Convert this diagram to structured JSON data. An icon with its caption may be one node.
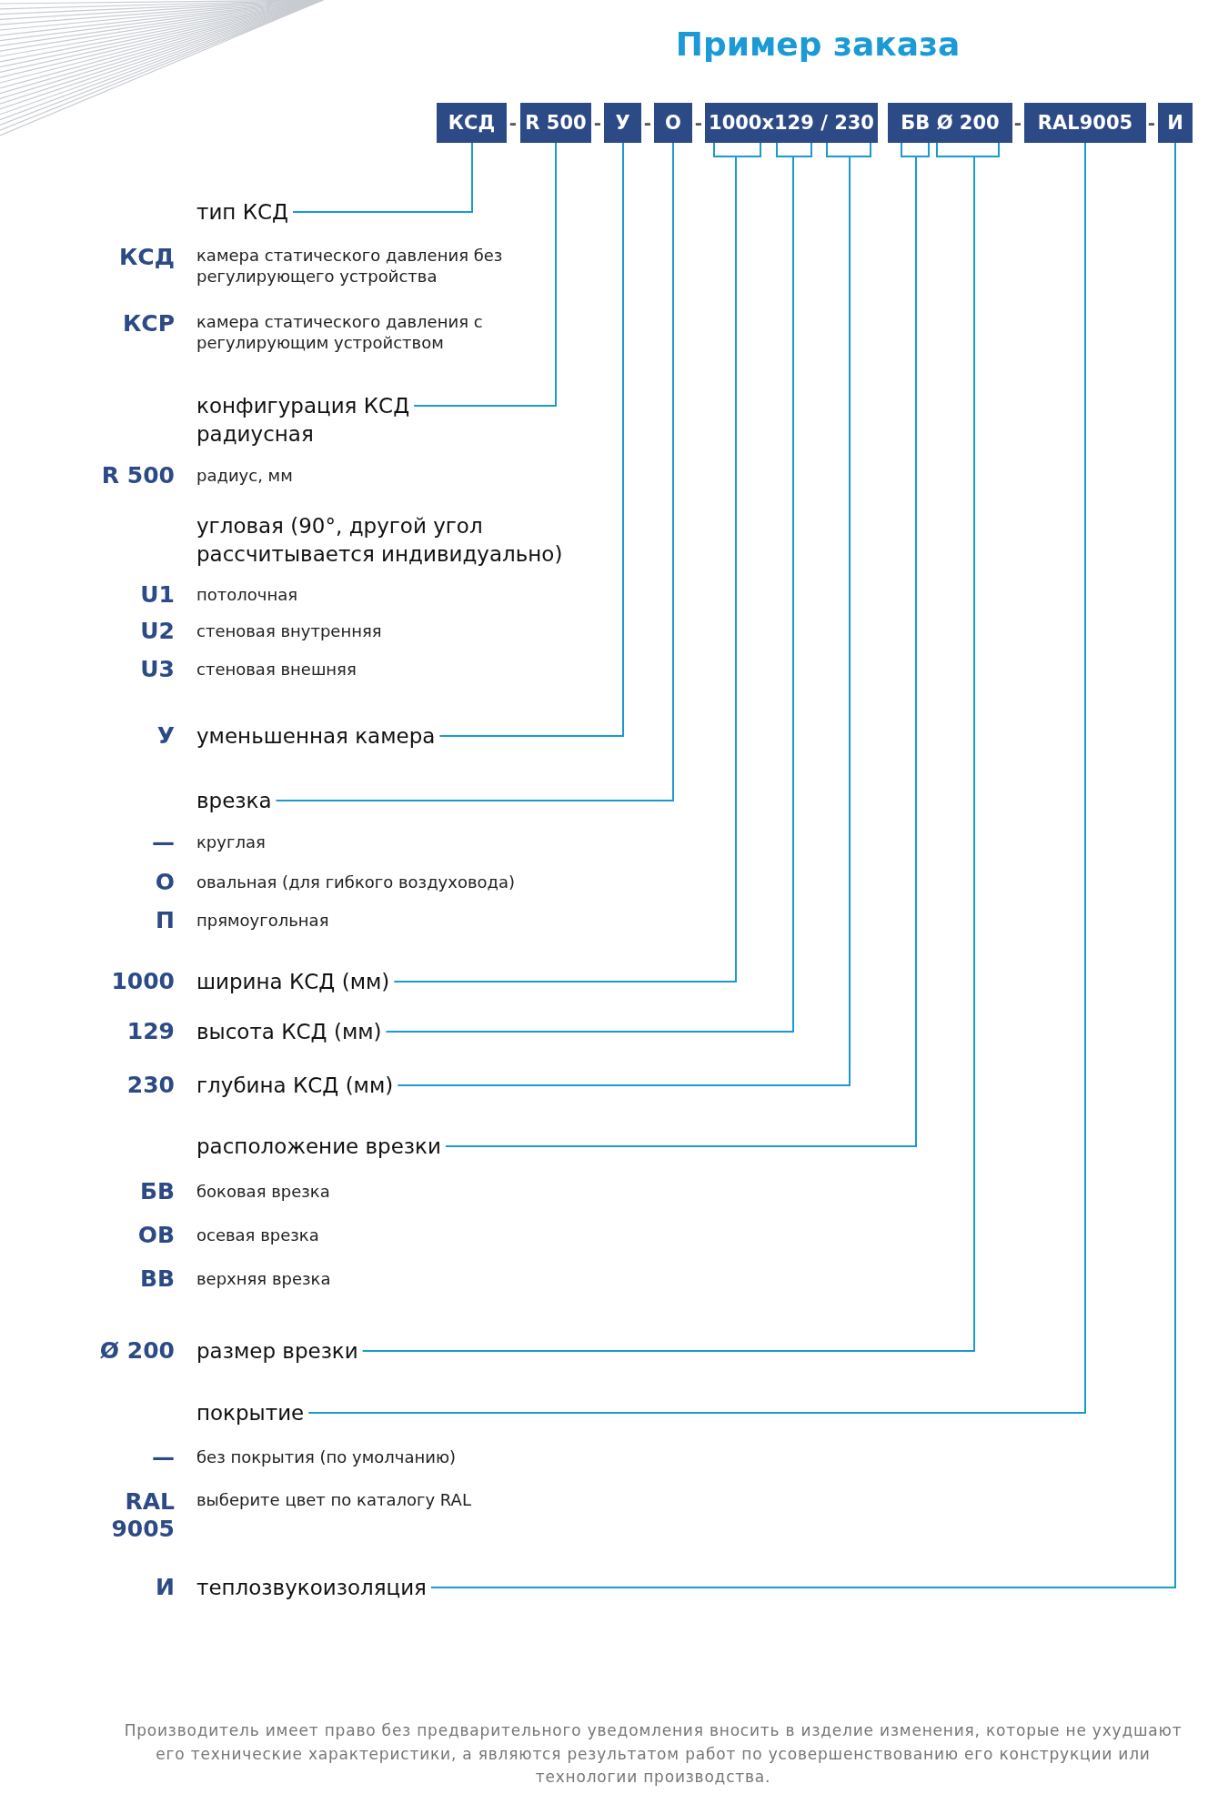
{
  "diagram": {
    "title": "Пример заказа",
    "nodes": [
      {
        "text": [
          "КСД"
        ]
      },
      {
        "text": [
          "R 500"
        ]
      },
      {
        "text": [
          "У"
        ]
      },
      {
        "text": [
          "О"
        ]
      },
      {
        "text": [
          "1000x129 / 230"
        ]
      },
      {
        "text": [
          "БВ Ø 200"
        ]
      },
      {
        "text": [
          "RAL9005"
        ]
      },
      {
        "text": [
          "И"
        ]
      },
      {
        "text": [
          "тип КСД"
        ]
      },
      {
        "text": [
          "конфигурация КСД"
        ]
      },
      {
        "text": [
          "уменьшенная камера"
        ],
        "beside": [
          "У"
        ]
      },
      {
        "text": [
          "врезка"
        ]
      },
      {
        "text": [
          "ширина КСД (мм)"
        ],
        "beside": [
          "1000"
        ]
      },
      {
        "text": [
          "высота КСД (мм)"
        ],
        "beside": [
          "129"
        ]
      },
      {
        "text": [
          "глубина КСД (мм)"
        ],
        "beside": [
          "230"
        ]
      },
      {
        "text": [
          "расположение врезки"
        ]
      },
      {
        "text": [
          "размер врезки"
        ],
        "beside": [
          "Ø 200"
        ]
      },
      {
        "text": [
          "покрытие"
        ]
      },
      {
        "text": [
          "теплозвукоизоляция"
        ],
        "beside": [
          "И"
        ]
      }
    ],
    "edges": [
      {
        "from": 0,
        "to": 8,
        "arrow": "none"
      },
      {
        "from": 1,
        "to": 9,
        "arrow": "none"
      },
      {
        "from": 2,
        "to": 10,
        "arrow": "none"
      },
      {
        "from": 3,
        "to": 11,
        "arrow": "none"
      },
      {
        "from": 4,
        "to": 12,
        "arrow": "none"
      },
      {
        "from": 4,
        "to": 13,
        "arrow": "none"
      },
      {
        "from": 4,
        "to": 14,
        "arrow": "none"
      },
      {
        "from": 5,
        "to": 15,
        "arrow": "none"
      },
      {
        "from": 5,
        "to": 16,
        "arrow": "none"
      },
      {
        "from": 6,
        "to": 17,
        "arrow": "none"
      },
      {
        "from": 7,
        "to": 18,
        "arrow": "none"
      }
    ],
    "labels": [
      "-",
      "-",
      "-",
      "-",
      "-",
      "-",
      "КСД",
      "камера статического давления без регулирующего устройства",
      "КСР",
      "камера статического давления с регулирующим устройством",
      "радиусная",
      "R 500",
      "радиус, мм",
      "угловая (90°, другой угол рассчитывается индивидуально)",
      "U1",
      "потолочная",
      "U2",
      "стеновая внутренняя",
      "U3",
      "стеновая внешняя",
      "—",
      "круглая",
      "О",
      "овальная (для гибкого воздуховода)",
      "П",
      "прямоугольная",
      "БВ",
      "боковая врезка",
      "ОВ",
      "осевая врезка",
      "ВВ",
      "верхняя врезка",
      "—",
      "без покрытия (по умолчанию)",
      "RAL 9005",
      "выберите цвет по каталогу RAL",
      "Производитель имеет право без предварительного уведомления вносить в изделие изменения, которые не ухудшают его технические характеристики, а являются результатом работ по усовершенствованию его конструкции или технологии производства."
    ]
  }
}
